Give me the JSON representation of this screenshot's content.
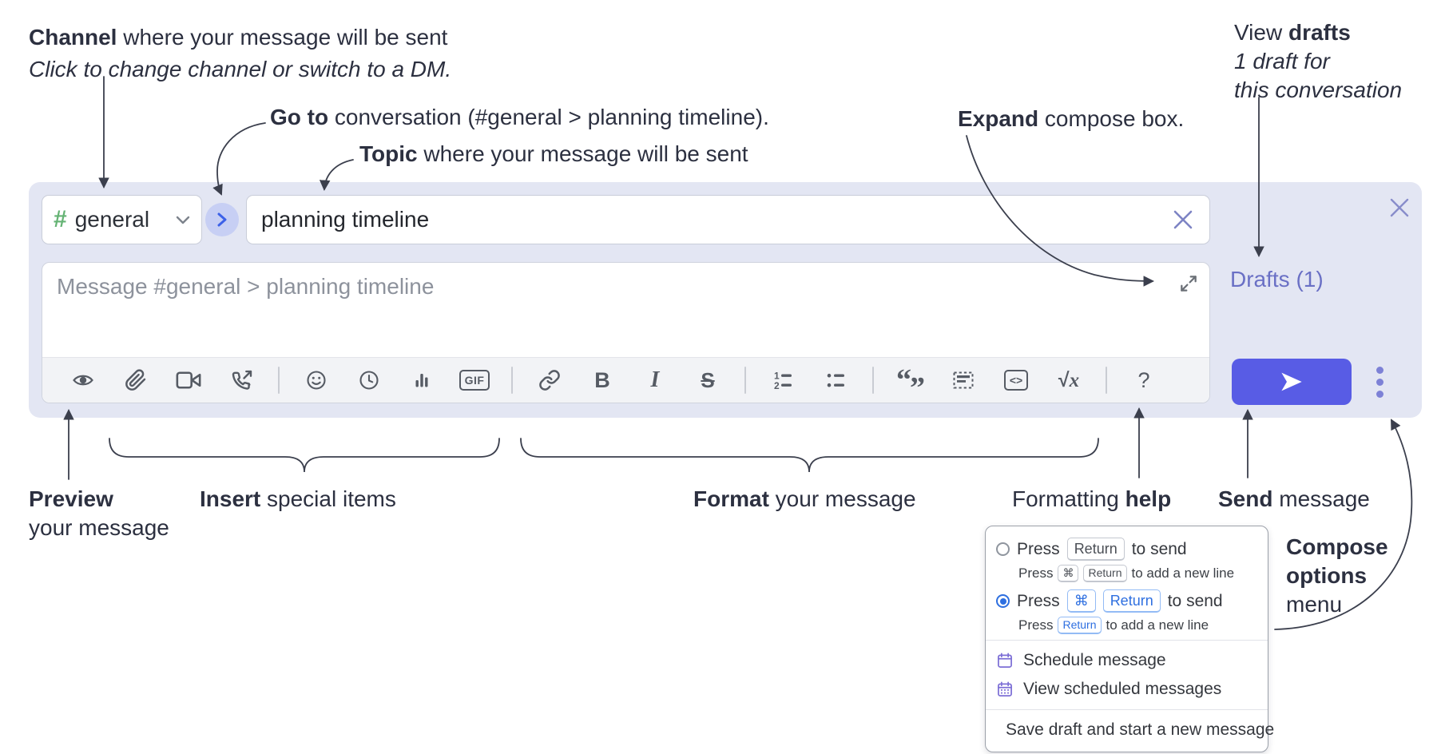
{
  "colors": {
    "accent": "#585ce5",
    "compose_bg": "#e3e6f3",
    "channel_hash_green": "#65b374",
    "goto_blue": "#3c61e8",
    "drafts_link": "#6a70c5",
    "menu_icon_purple": "#7d6fd6",
    "key_blue": "#2e6fe0",
    "annotation_text": "#2c3040"
  },
  "annotations": {
    "channel": {
      "bold": "Channel",
      "rest": " where your message will be sent",
      "sub": "Click to change channel or switch to a DM."
    },
    "goto": {
      "bold": "Go to",
      "rest": " conversation (#general > planning timeline)."
    },
    "topic": {
      "bold": "Topic",
      "rest": " where your message will be sent"
    },
    "expand": {
      "bold": "Expand",
      "rest": " compose box."
    },
    "drafts": {
      "pre": "View ",
      "bold": "drafts",
      "line2": "1 draft for",
      "line3": "this conversation"
    },
    "preview": {
      "bold": "Preview",
      "line2": "your message"
    },
    "insert": {
      "bold": "Insert",
      "rest": " special items"
    },
    "format": {
      "bold": "Format",
      "rest": " your message"
    },
    "help": {
      "pre": "Formatting ",
      "bold": "help"
    },
    "send": {
      "bold": "Send",
      "rest": " message"
    },
    "compose_menu": {
      "line1": "Compose",
      "line2": "options",
      "line3": "menu"
    }
  },
  "compose": {
    "channel_hash": "#",
    "channel_name": "general",
    "topic_value": "planning timeline",
    "message_placeholder": "Message #general > planning timeline",
    "drafts_link": "Drafts (1)"
  },
  "toolbar": {
    "glyphs": {
      "bold": "B",
      "italic": "I",
      "strike": "S",
      "ol1": "1",
      "ol2": "2",
      "quote_open": "“",
      "quote_close": "”",
      "gif": "GIF",
      "code": "<>",
      "sqrt": "√",
      "x": "x",
      "help": "?"
    }
  },
  "menu": {
    "opt1": {
      "press": "Press",
      "key": "Return",
      "after": "to send",
      "sub_press": "Press",
      "sub_key1": "⌘",
      "sub_key2": "Return",
      "sub_after": "to add a new line"
    },
    "opt2": {
      "press": "Press",
      "key1": "⌘",
      "key2": "Return",
      "after": "to send",
      "sub_press": "Press",
      "sub_key": "Return",
      "sub_after": "to add a new line"
    },
    "items": [
      {
        "label": "Schedule message"
      },
      {
        "label": "View scheduled messages"
      },
      {
        "label": "Save draft and start a new message"
      }
    ]
  }
}
